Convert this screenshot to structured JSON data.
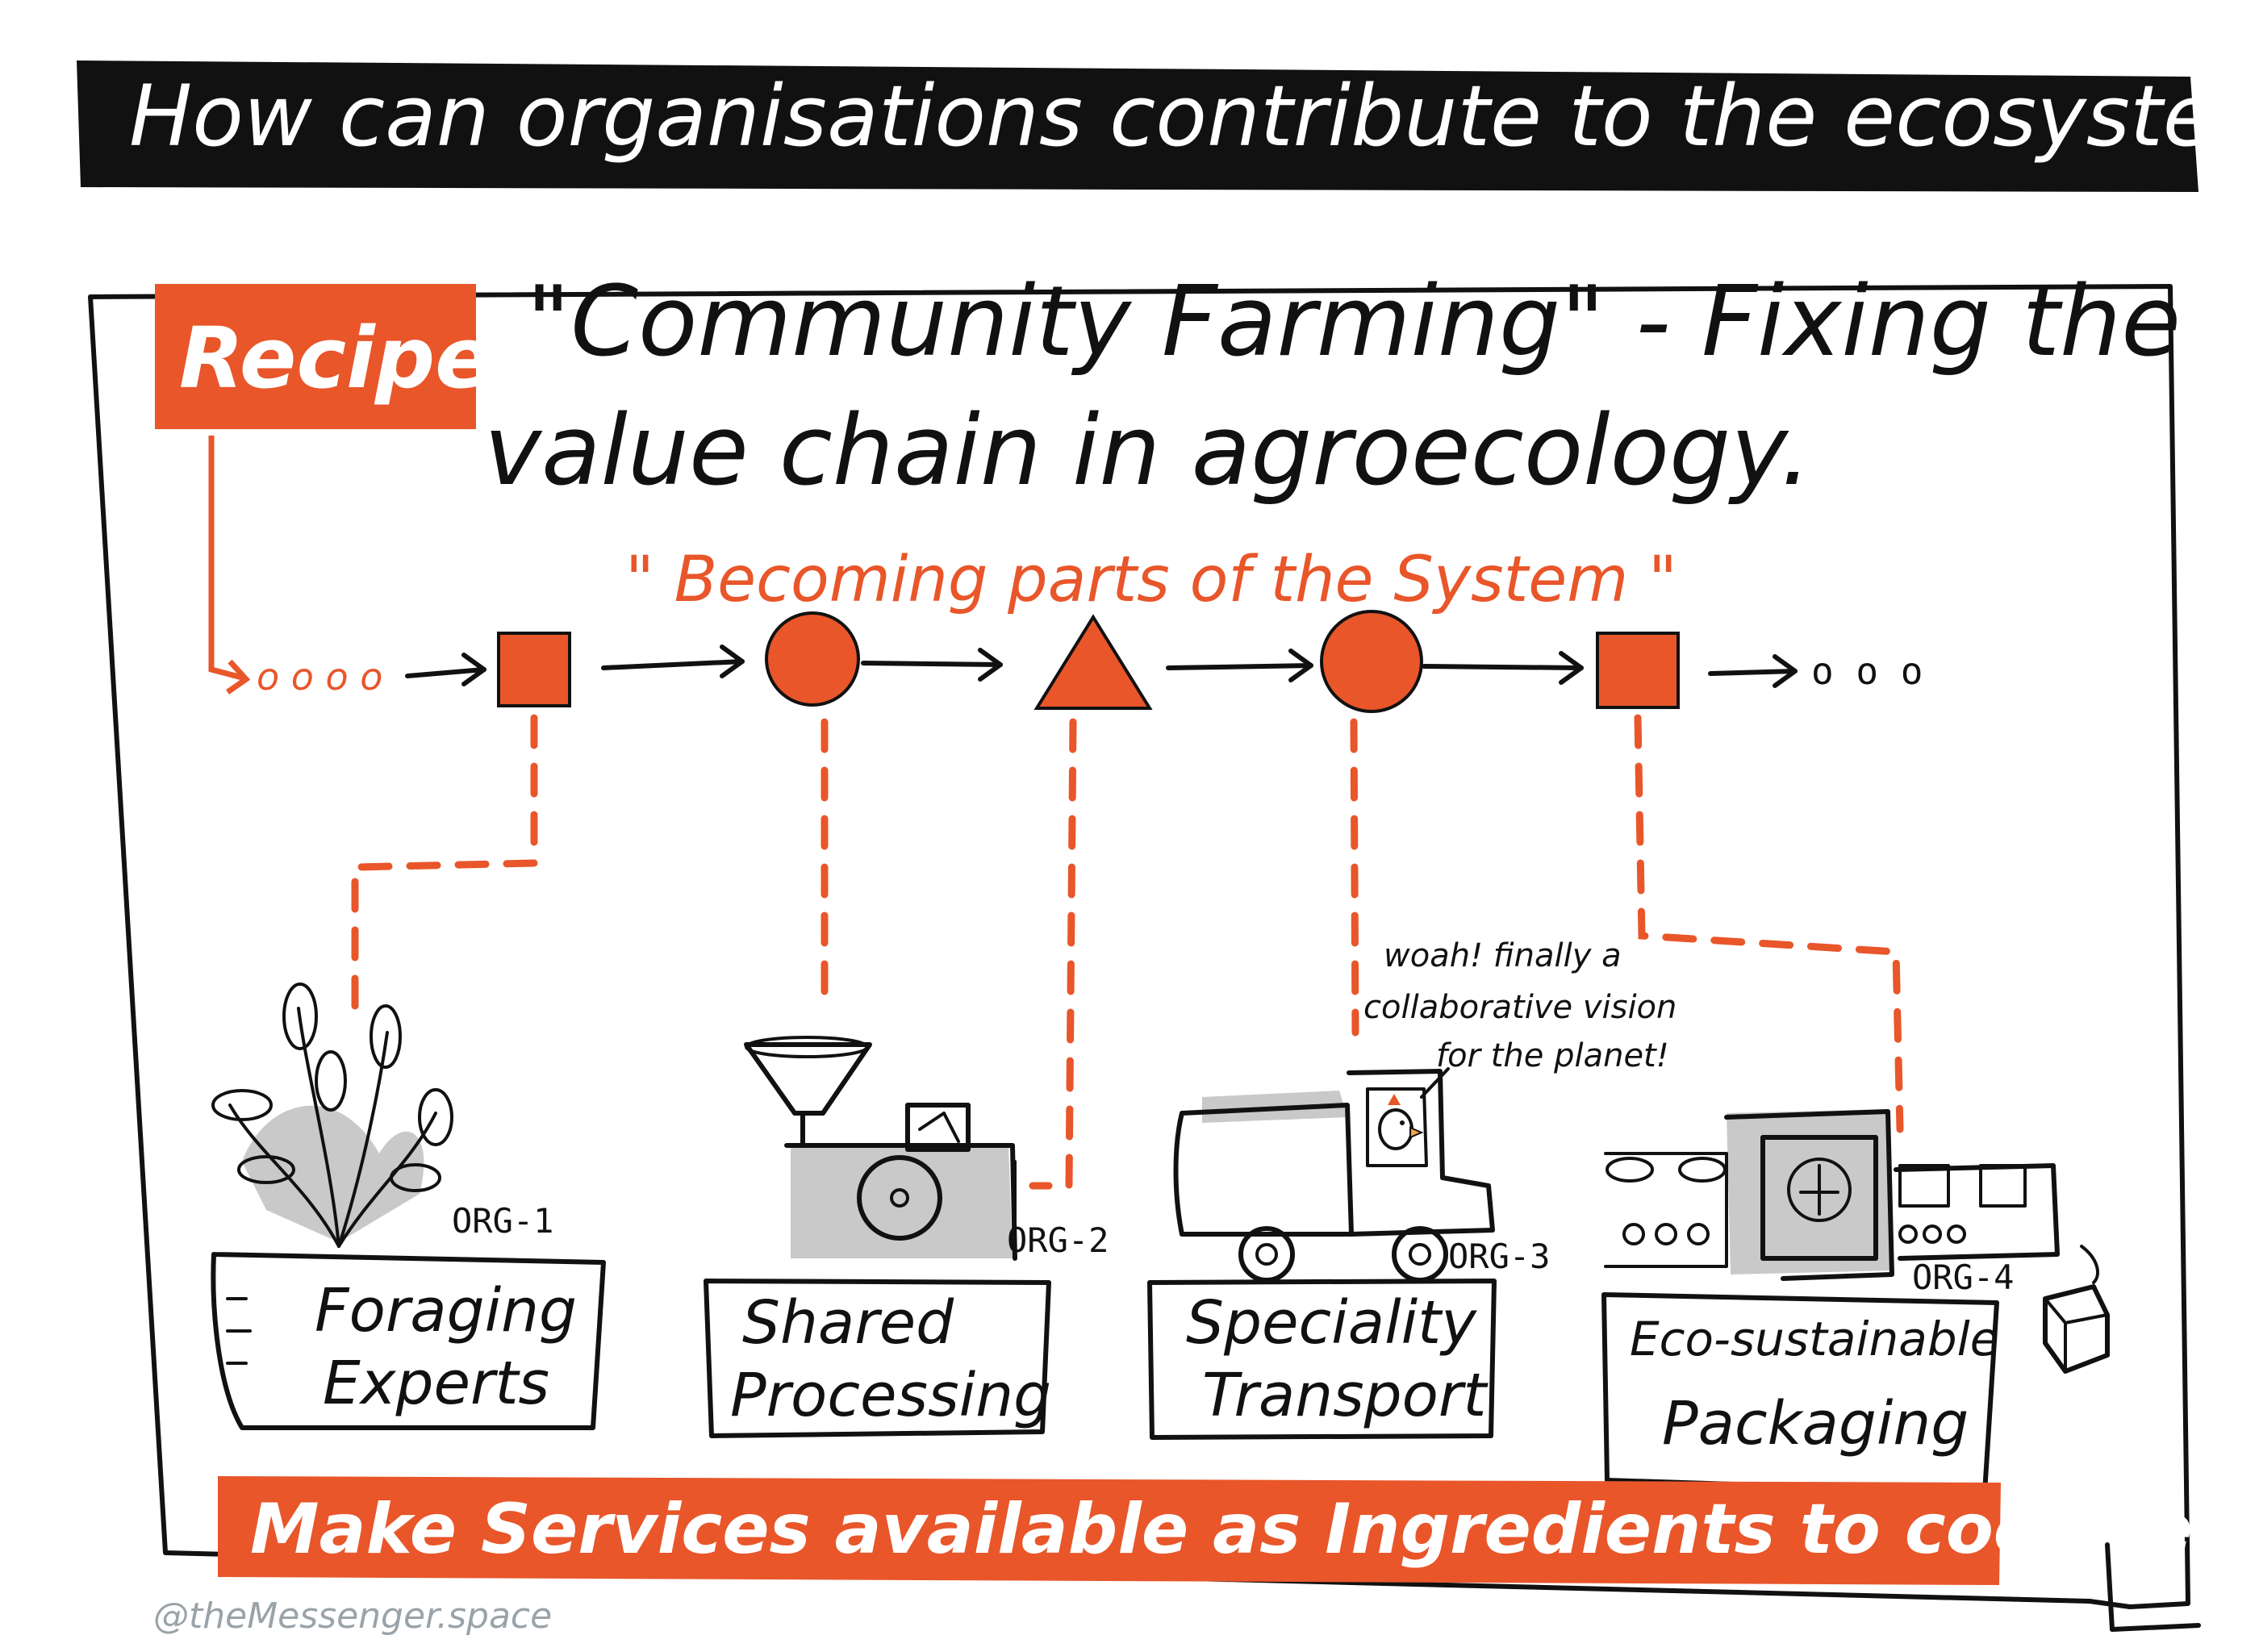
{
  "title": "How can organisations contribute to the ecosystem?",
  "recipe_badge": "Recipe :",
  "heading": {
    "line1": "\"Community Farming\" - Fixing the",
    "line2": "value chain in agroecology."
  },
  "tagline": "\" Becoming parts of the System \"",
  "chain": {
    "start_dots": "o o o o",
    "end_dots": "o o o",
    "nodes": [
      {
        "shape": "square",
        "label": "Foraging Experts",
        "org": "ORG-1"
      },
      {
        "shape": "circle",
        "label": "Shared Processing",
        "org": null
      },
      {
        "shape": "triangle",
        "label": null,
        "org": "ORG-2"
      },
      {
        "shape": "circle",
        "label": "Speciality Transport",
        "org": "ORG-3"
      },
      {
        "shape": "square",
        "label": "Eco-sustainable Packaging",
        "org": "ORG-4"
      }
    ]
  },
  "stations": [
    {
      "line1": "Foraging",
      "line2": "Experts",
      "org": "ORG-1"
    },
    {
      "line1": "Shared",
      "line2": "Processing",
      "org": "ORG-2"
    },
    {
      "line1": "Speciality",
      "line2": "Transport",
      "org": "ORG-3"
    },
    {
      "line1": "Eco-sustainable",
      "line2": "Packaging",
      "org": "ORG-4"
    }
  ],
  "speech_bubble": {
    "line1": "woah! finally a",
    "line2": "collaborative vision",
    "line3": "for the planet!"
  },
  "banner": "Make Services available as Ingredients to cook recipes",
  "credit": "@theMessenger.space",
  "colors": {
    "accent": "#e8562a",
    "ink": "#111111",
    "title_bar": "#111111",
    "credit": "#9aa3a8"
  },
  "icons": [
    "plant-icon",
    "grinder-machine-icon",
    "delivery-truck-icon",
    "chicken-driver-icon",
    "packaging-machine-icon",
    "box-icon"
  ]
}
